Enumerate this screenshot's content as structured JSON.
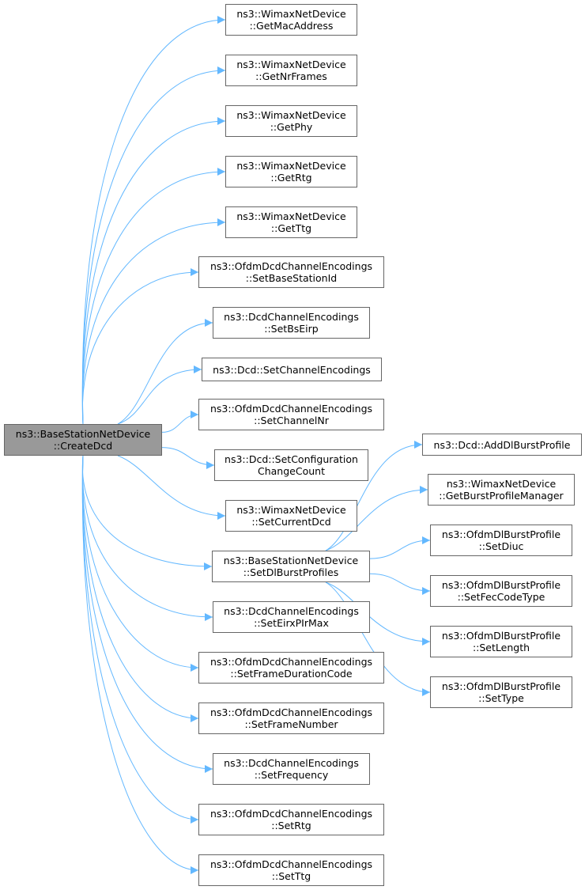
{
  "colors": {
    "edge": "#63b8ff",
    "node_border": "#666666",
    "node_fill": "#ffffff",
    "root_fill": "#999999",
    "text": "#000000"
  },
  "nodes": [
    {
      "id": "create_dcd",
      "lines": [
        "ns3::BaseStationNetDevice",
        "::CreateDcd"
      ],
      "root": true
    },
    {
      "id": "get_mac_address",
      "lines": [
        "ns3::WimaxNetDevice",
        "::GetMacAddress"
      ]
    },
    {
      "id": "get_nr_frames",
      "lines": [
        "ns3::WimaxNetDevice",
        "::GetNrFrames"
      ]
    },
    {
      "id": "get_phy",
      "lines": [
        "ns3::WimaxNetDevice",
        "::GetPhy"
      ]
    },
    {
      "id": "get_rtg",
      "lines": [
        "ns3::WimaxNetDevice",
        "::GetRtg"
      ]
    },
    {
      "id": "get_ttg",
      "lines": [
        "ns3::WimaxNetDevice",
        "::GetTtg"
      ]
    },
    {
      "id": "set_base_station_id",
      "lines": [
        "ns3::OfdmDcdChannelEncodings",
        "::SetBaseStationId"
      ]
    },
    {
      "id": "set_bs_eirp",
      "lines": [
        "ns3::DcdChannelEncodings",
        "::SetBsEirp"
      ]
    },
    {
      "id": "set_channel_encodings",
      "lines": [
        "ns3::Dcd::SetChannelEncodings"
      ]
    },
    {
      "id": "set_channel_nr",
      "lines": [
        "ns3::OfdmDcdChannelEncodings",
        "::SetChannelNr"
      ]
    },
    {
      "id": "set_configuration_change_count",
      "lines": [
        "ns3::Dcd::SetConfiguration",
        "ChangeCount"
      ]
    },
    {
      "id": "set_current_dcd",
      "lines": [
        "ns3::WimaxNetDevice",
        "::SetCurrentDcd"
      ]
    },
    {
      "id": "set_dl_burst_profiles",
      "lines": [
        "ns3::BaseStationNetDevice",
        "::SetDlBurstProfiles"
      ]
    },
    {
      "id": "set_eirx_pir_max",
      "lines": [
        "ns3::DcdChannelEncodings",
        "::SetEirxPIrMax"
      ]
    },
    {
      "id": "set_frame_duration_code",
      "lines": [
        "ns3::OfdmDcdChannelEncodings",
        "::SetFrameDurationCode"
      ]
    },
    {
      "id": "set_frame_number",
      "lines": [
        "ns3::OfdmDcdChannelEncodings",
        "::SetFrameNumber"
      ]
    },
    {
      "id": "set_frequency",
      "lines": [
        "ns3::DcdChannelEncodings",
        "::SetFrequency"
      ]
    },
    {
      "id": "set_rtg",
      "lines": [
        "ns3::OfdmDcdChannelEncodings",
        "::SetRtg"
      ]
    },
    {
      "id": "set_ttg",
      "lines": [
        "ns3::OfdmDcdChannelEncodings",
        "::SetTtg"
      ]
    },
    {
      "id": "add_dl_burst_profile",
      "lines": [
        "ns3::Dcd::AddDlBurstProfile"
      ]
    },
    {
      "id": "get_burst_profile_manager",
      "lines": [
        "ns3::WimaxNetDevice",
        "::GetBurstProfileManager"
      ]
    },
    {
      "id": "set_diuc",
      "lines": [
        "ns3::OfdmDlBurstProfile",
        "::SetDiuc"
      ]
    },
    {
      "id": "set_fec_code_type",
      "lines": [
        "ns3::OfdmDlBurstProfile",
        "::SetFecCodeType"
      ]
    },
    {
      "id": "set_length",
      "lines": [
        "ns3::OfdmDlBurstProfile",
        "::SetLength"
      ]
    },
    {
      "id": "set_type",
      "lines": [
        "ns3::OfdmDlBurstProfile",
        "::SetType"
      ]
    }
  ],
  "edges": [
    [
      "create_dcd",
      "get_mac_address"
    ],
    [
      "create_dcd",
      "get_nr_frames"
    ],
    [
      "create_dcd",
      "get_phy"
    ],
    [
      "create_dcd",
      "get_rtg"
    ],
    [
      "create_dcd",
      "get_ttg"
    ],
    [
      "create_dcd",
      "set_base_station_id"
    ],
    [
      "create_dcd",
      "set_bs_eirp"
    ],
    [
      "create_dcd",
      "set_channel_encodings"
    ],
    [
      "create_dcd",
      "set_channel_nr"
    ],
    [
      "create_dcd",
      "set_configuration_change_count"
    ],
    [
      "create_dcd",
      "set_current_dcd"
    ],
    [
      "create_dcd",
      "set_dl_burst_profiles"
    ],
    [
      "create_dcd",
      "set_eirx_pir_max"
    ],
    [
      "create_dcd",
      "set_frame_duration_code"
    ],
    [
      "create_dcd",
      "set_frame_number"
    ],
    [
      "create_dcd",
      "set_frequency"
    ],
    [
      "create_dcd",
      "set_rtg"
    ],
    [
      "create_dcd",
      "set_ttg"
    ],
    [
      "set_dl_burst_profiles",
      "add_dl_burst_profile"
    ],
    [
      "set_dl_burst_profiles",
      "get_burst_profile_manager"
    ],
    [
      "set_dl_burst_profiles",
      "set_diuc"
    ],
    [
      "set_dl_burst_profiles",
      "set_fec_code_type"
    ],
    [
      "set_dl_burst_profiles",
      "set_length"
    ],
    [
      "set_dl_burst_profiles",
      "set_type"
    ]
  ]
}
